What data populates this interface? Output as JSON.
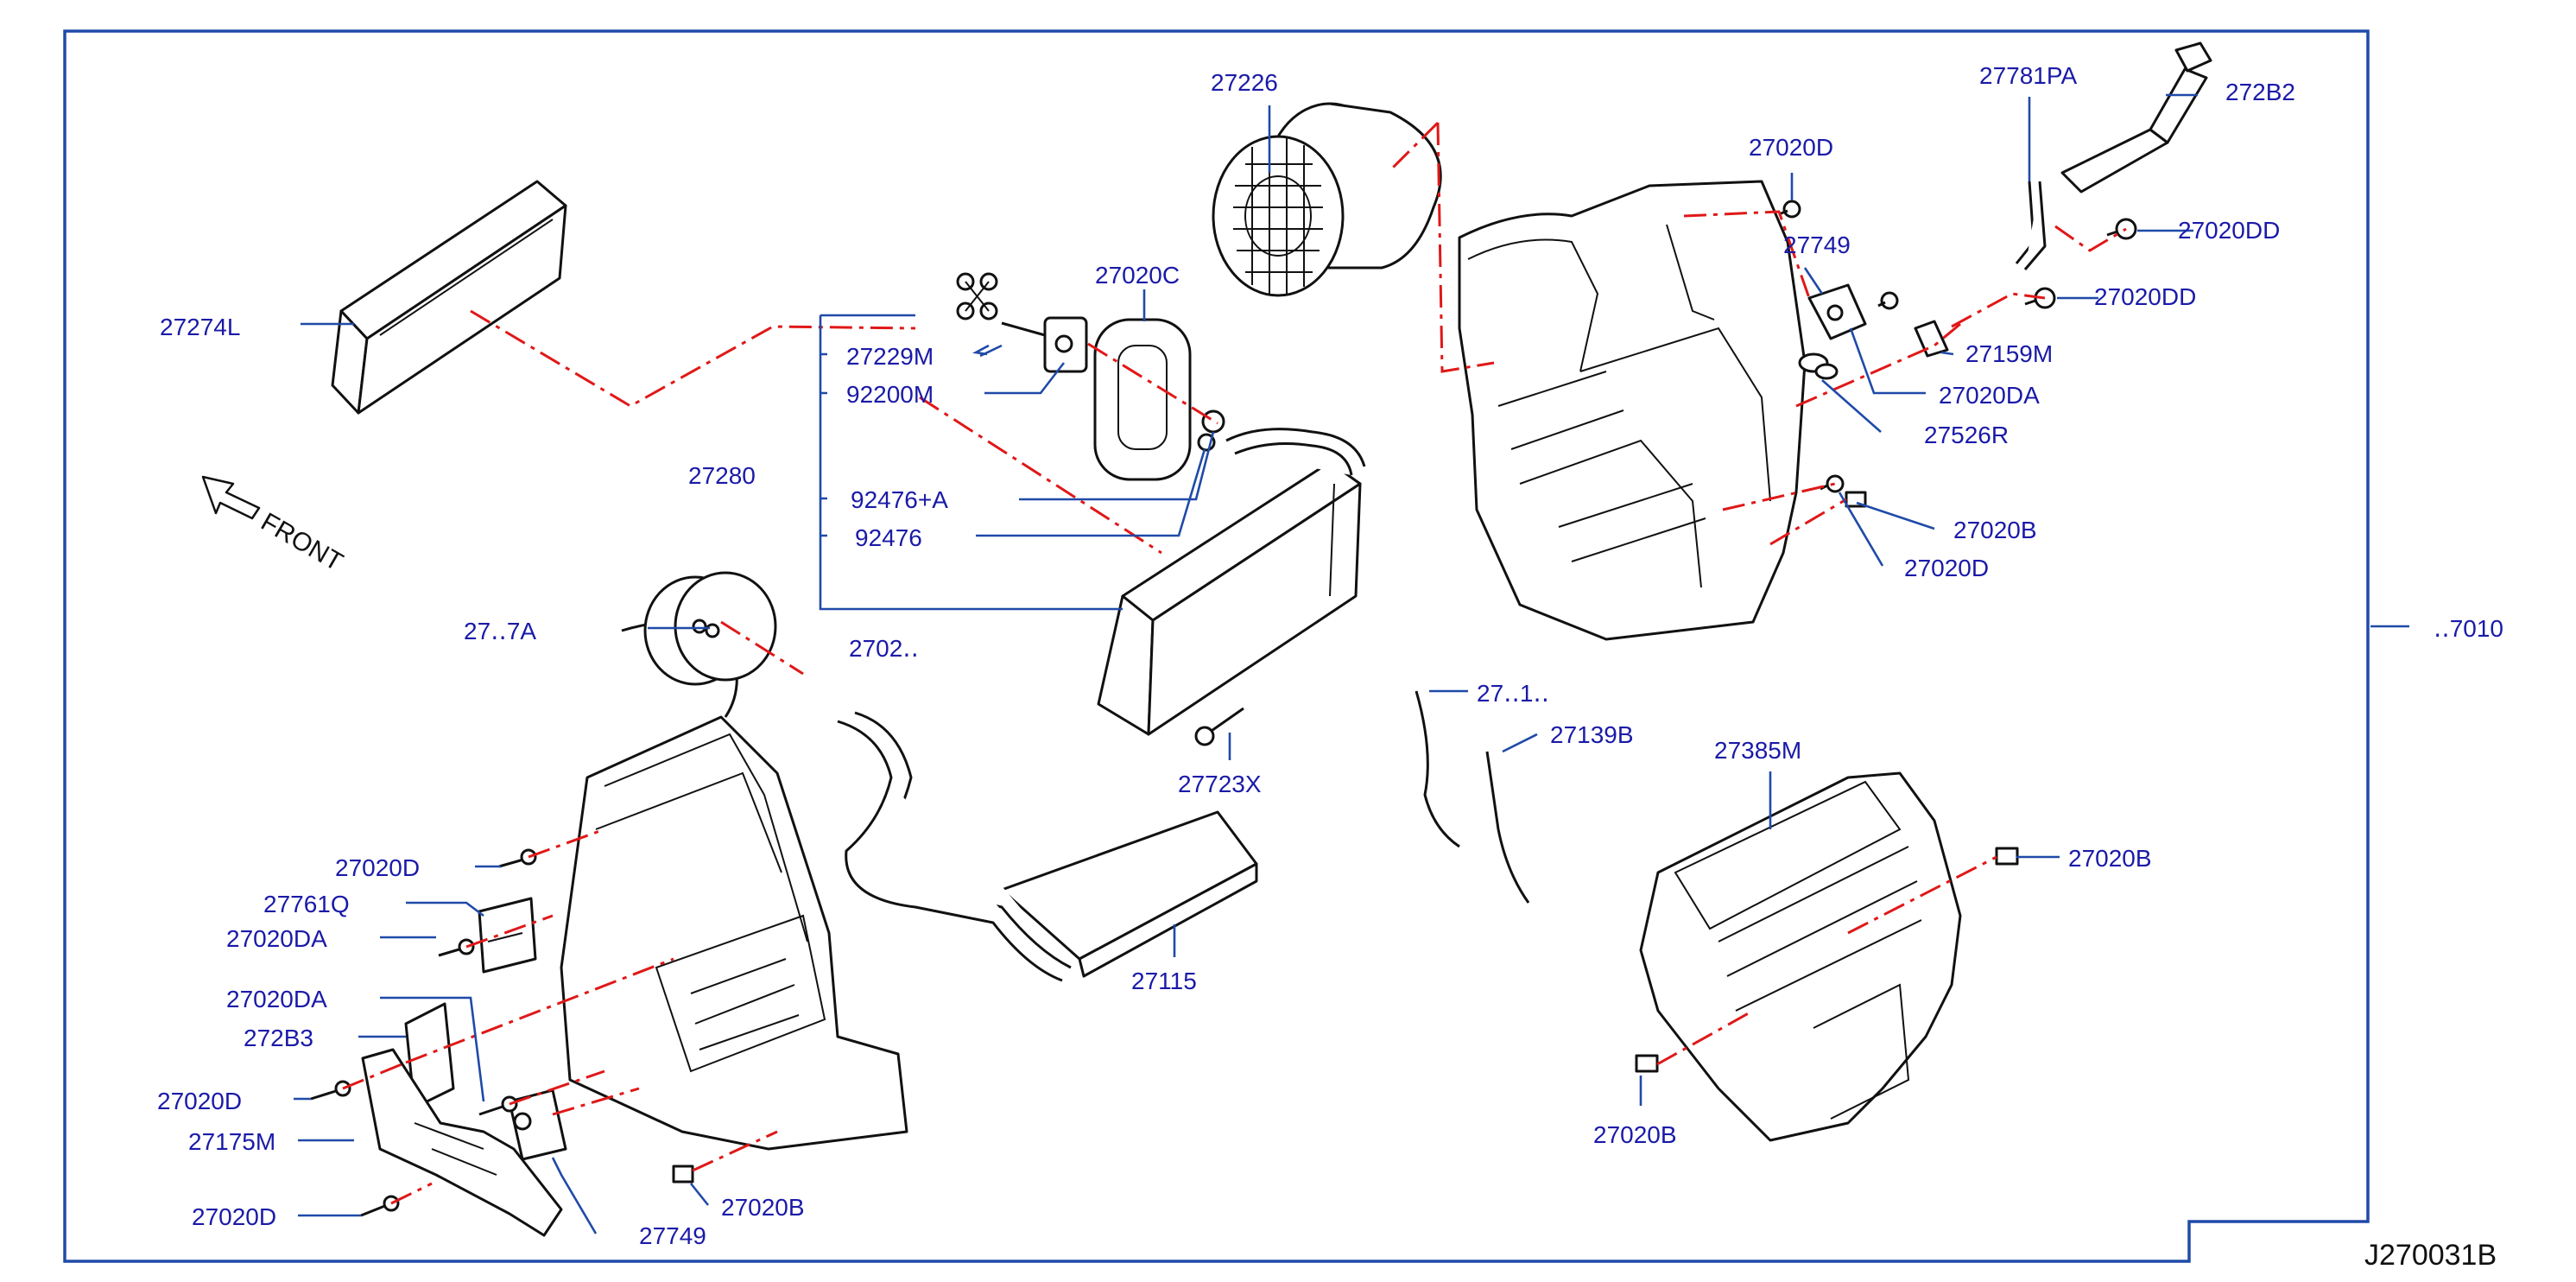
{
  "colors": {
    "label": "#1a1aa8",
    "leader": "#1f4aa8",
    "part_outline": "#111111",
    "centerline": "#e01818",
    "frame": "#1f4aa8",
    "background": "#ffffff"
  },
  "direction_marker": {
    "icon": "arrow-outline-icon",
    "text": "FRONT"
  },
  "diagram_id": "J270031B",
  "callouts": {
    "c27274L": "27274L",
    "c27226": "27226",
    "c27020C": "27020C",
    "c27229M": "27229M",
    "c92200M": "92200M",
    "c27280": "27280",
    "c92476A": "92476+A",
    "c92476": "92476",
    "c2717A": "27‥7A",
    "c2702x": "2702‥",
    "c27723X": "27723X",
    "c27781PA": "27781PA",
    "c272B2": "272B2",
    "c27020D_top": "27020D",
    "c27749_top": "27749",
    "c27020DD_a": "27020DD",
    "c27020DD_b": "27020DD",
    "c27159M": "27159M",
    "c27020DA_r": "27020DA",
    "c27526R": "27526R",
    "c27020B_r1": "27020B",
    "c27020D_r": "27020D",
    "c27010": "‥7010",
    "c2778x": "27‥1‥",
    "c27139B": "27139B",
    "c27385M": "27385M",
    "c27020B_r2": "27020B",
    "c27020B_r3": "27020B",
    "c27115": "27115",
    "c27020D_l1": "27020D",
    "c27761Q": "27761Q",
    "c27020DA_l1": "27020DA",
    "c27020DA_l2": "27020DA",
    "c272B3": "272B3",
    "c27020D_l2": "27020D",
    "c27175M": "27175M",
    "c27020D_l3": "27020D",
    "c27749_bot": "27749",
    "c27020B_bot": "27020B"
  }
}
